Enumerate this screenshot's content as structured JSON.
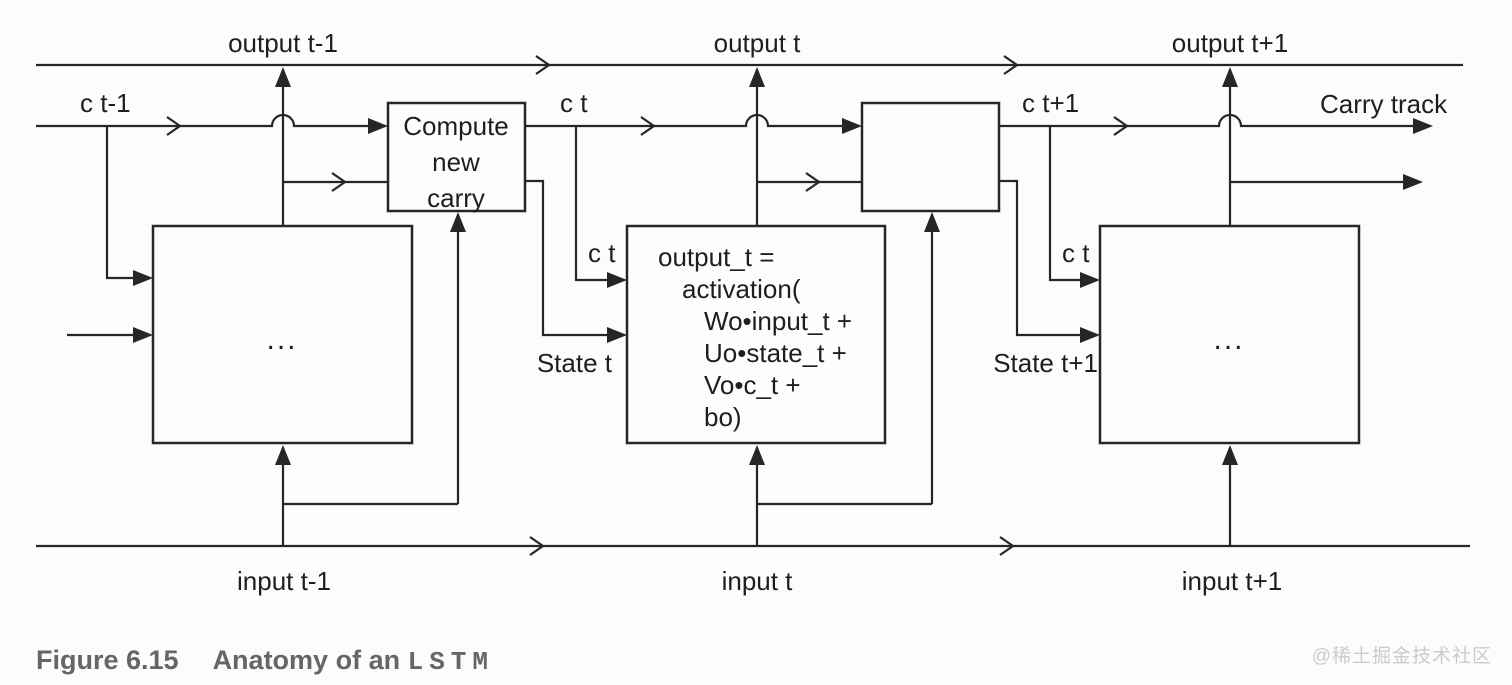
{
  "figure": {
    "output_labels": [
      "output t-1",
      "output t",
      "output t+1"
    ],
    "carry_labels": {
      "t_minus_1": "c t-1",
      "t": "c t",
      "t_plus_1": "c t+1",
      "track": "Carry track"
    },
    "compute_box": [
      "Compute",
      "new",
      "carry"
    ],
    "cell_ellipsis": "...",
    "activation_code": [
      "output_t =",
      "activation(",
      "Wo•input_t +",
      "Uo•state_t +",
      "Vo•c_t +",
      "bo)"
    ],
    "carry_in_labels": [
      "c t",
      "c t"
    ],
    "state_labels": [
      "State t",
      "State t+1"
    ],
    "input_labels": [
      "input t-1",
      "input t",
      "input t+1"
    ]
  },
  "caption": {
    "figure_number": "Figure 6.15",
    "title_prefix": "Anatomy of an",
    "title_code": "LSTM"
  },
  "watermark": "@稀土掘金技术社区",
  "colors": {
    "line": "#262626",
    "caption_text": "#666666",
    "watermark_text": "#cbcbcb",
    "box_fill": "#fdfdfc"
  }
}
